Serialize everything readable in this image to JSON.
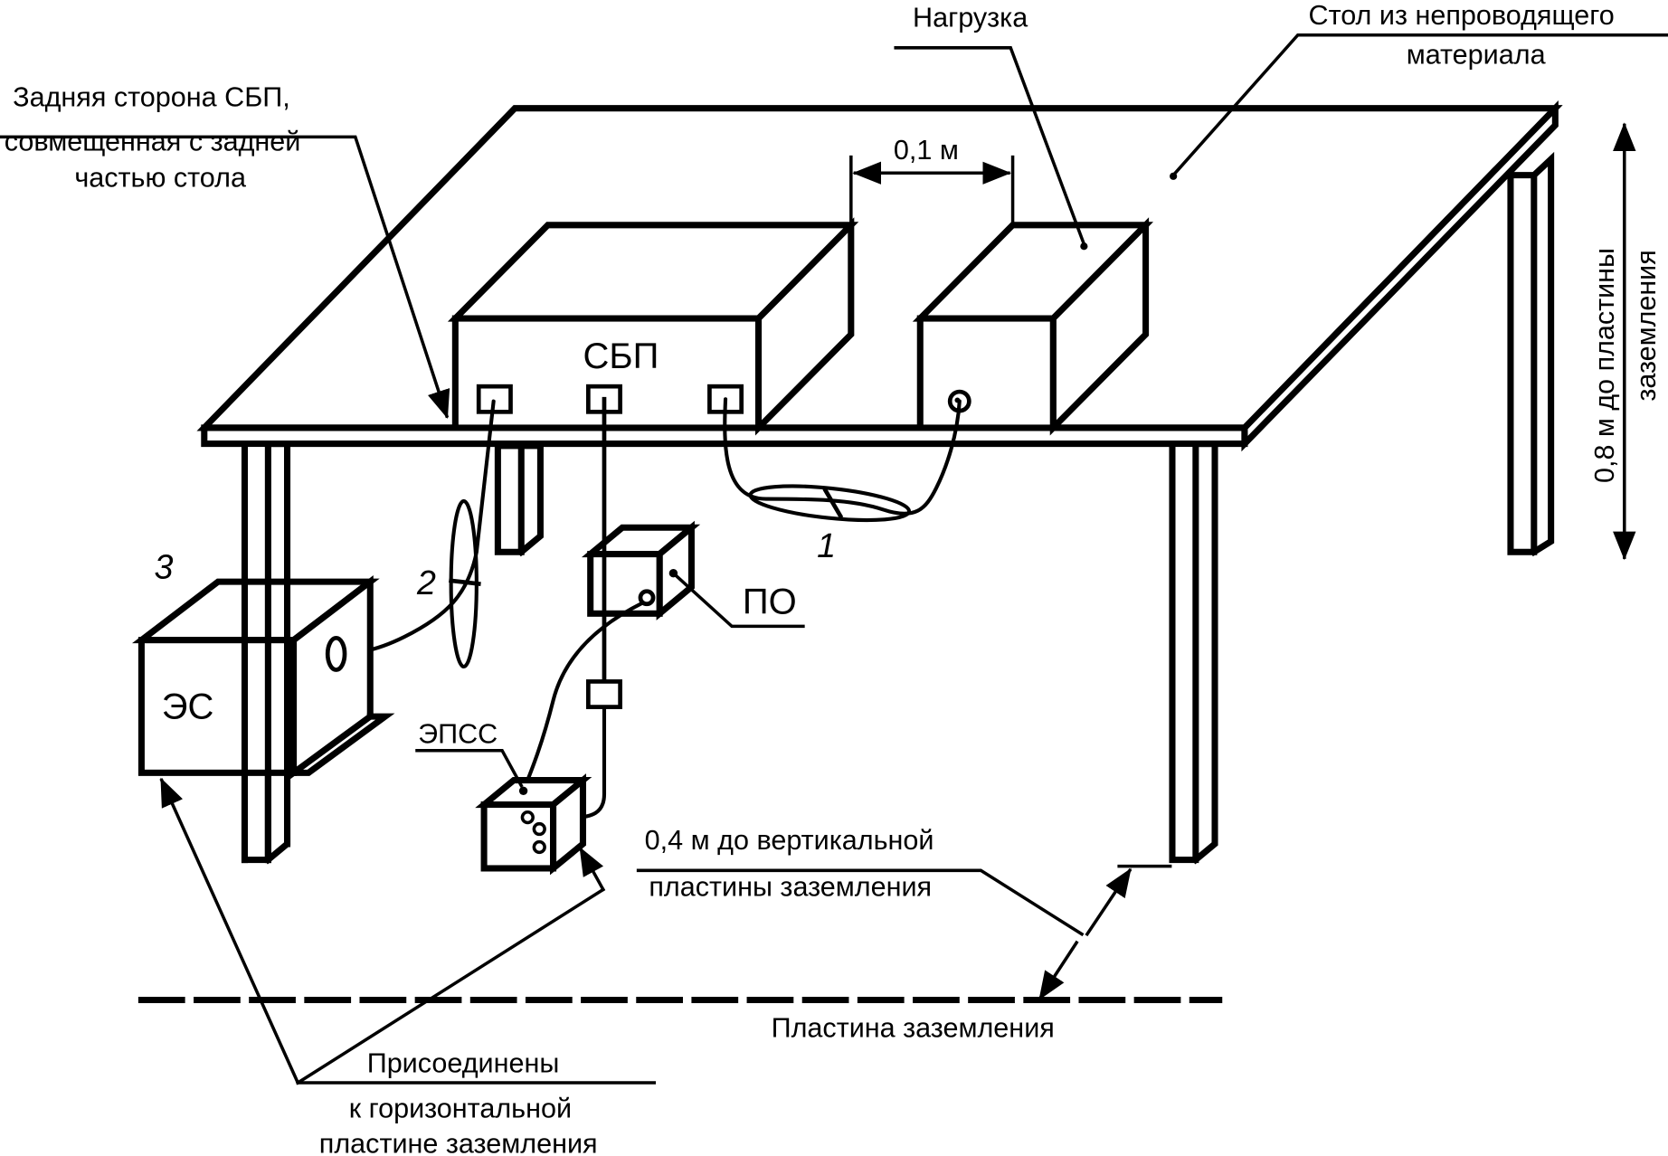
{
  "figure": {
    "colors": {
      "ink": "#000000",
      "background": "#ffffff"
    },
    "labels": {
      "ups_back_side_line1": "Задняя сторона СБП,",
      "ups_back_side_line2": "совмещенная с задней",
      "ups_back_side_line3": "частью стола",
      "load": "Нагрузка",
      "table_material_line1": "Стол из непроводящего",
      "table_material_line2": "материала",
      "gap_dimension": "0,1 м",
      "height_dimension_line1": "0,8 м до пластины",
      "height_dimension_line2": "заземления",
      "ups": "СБП",
      "power_supply": "ЭС",
      "peripheral": "ПО",
      "lisn": "ЭПСС",
      "cable_1": "1",
      "cable_2": "2",
      "item_3": "3",
      "vertical_distance_line1": "0,4 м до вертикальной",
      "vertical_distance_line2": "пластины заземления",
      "ground_plane": "Пластина заземления",
      "connected_line1": "Присоединены",
      "connected_line2": "к горизонтальной",
      "connected_line3": "пластине заземления"
    }
  }
}
